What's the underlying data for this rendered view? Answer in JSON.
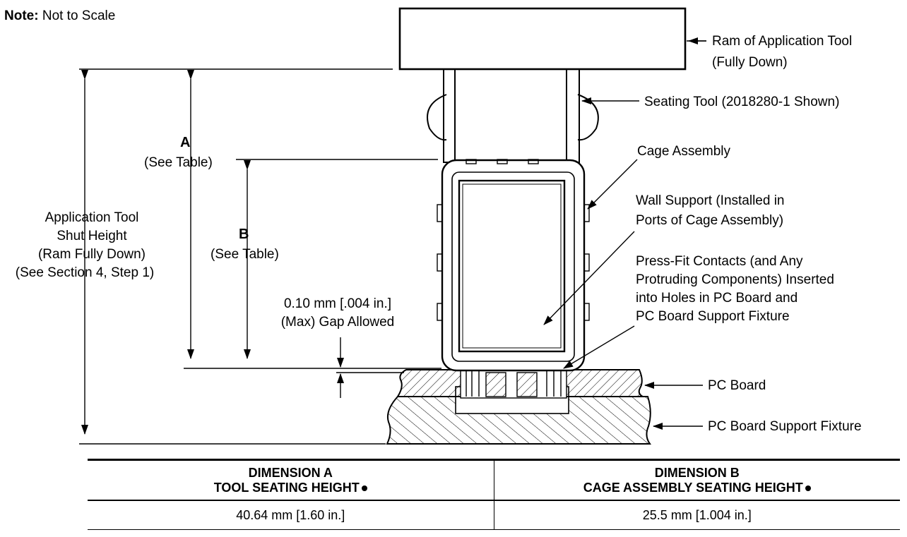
{
  "note": {
    "label": "Note:",
    "text": " Not to Scale"
  },
  "callouts": {
    "ram_line1": "Ram of Application Tool",
    "ram_line2": "(Fully Down)",
    "seating_tool": "Seating Tool (2018280-1 Shown)",
    "cage_assembly": "Cage Assembly",
    "wall_support_line1": "Wall Support (Installed in",
    "wall_support_line2": "Ports of Cage Assembly)",
    "press_fit_line1": "Press-Fit Contacts (and Any",
    "press_fit_line2": "Protruding Components) Inserted",
    "press_fit_line3": "into Holes in PC Board and",
    "press_fit_line4": "PC Board Support Fixture",
    "pc_board": "PC Board",
    "pc_board_support": "PC Board Support Fixture"
  },
  "dimensions": {
    "a_label": "A",
    "a_sub": "(See Table)",
    "b_label": "B",
    "b_sub": "(See Table)",
    "shut_line1": "Application Tool",
    "shut_line2": "Shut Height",
    "shut_line3": "(Ram Fully Down)",
    "shut_line4": "(See Section 4, Step 1)",
    "gap_line1": "0.10 mm [.004 in.]",
    "gap_line2": "(Max) Gap Allowed"
  },
  "table": {
    "col_a_line1": "DIMENSION A",
    "col_a_line2": "TOOL SEATING HEIGHT",
    "col_b_line1": "DIMENSION B",
    "col_b_line2": "CAGE ASSEMBLY SEATING HEIGHT",
    "value_a": "40.64 mm [1.60 in.]",
    "value_b": "25.5 mm [1.004 in.]"
  }
}
